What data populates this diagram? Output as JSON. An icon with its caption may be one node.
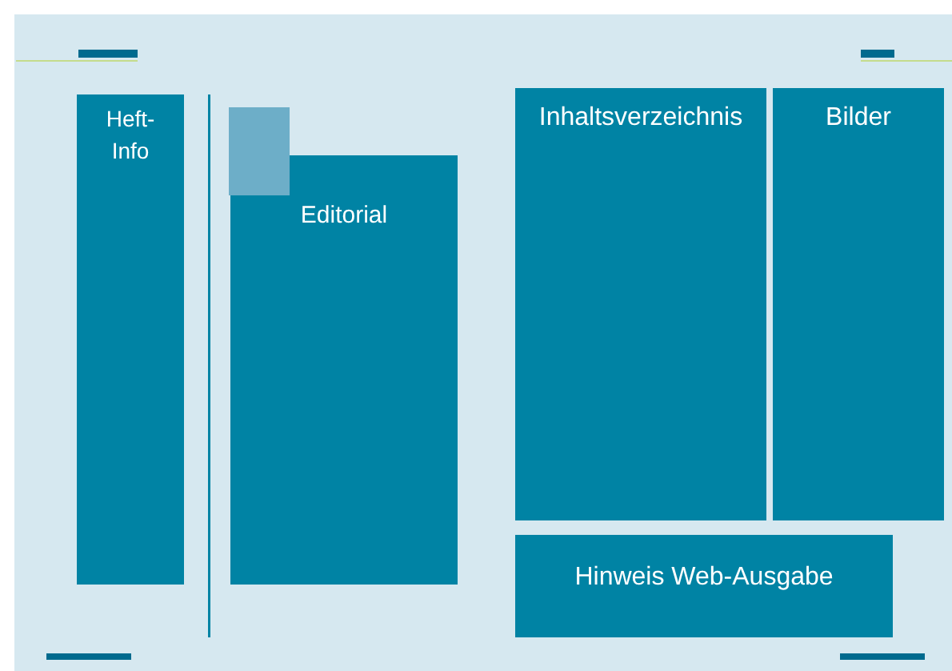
{
  "diagram": {
    "nodes": [
      {
        "text": [
          "Heft- Info"
        ]
      },
      {
        "text": [
          "Editorial"
        ]
      },
      {
        "text": [
          "Inhaltsverzeichnis"
        ]
      },
      {
        "text": [
          "Bilder"
        ]
      },
      {
        "text": [
          "Hinweis Web-Ausgabe"
        ]
      }
    ]
  }
}
